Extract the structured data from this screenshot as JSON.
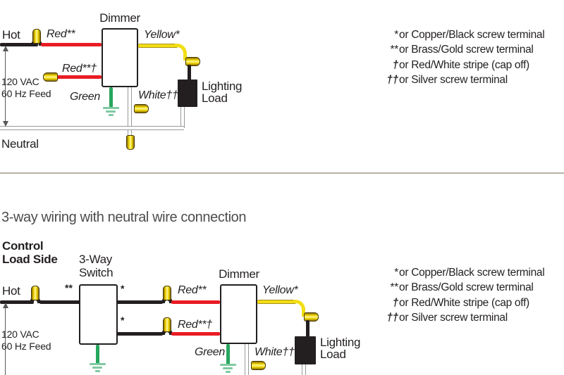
{
  "colors": {
    "ink": "#231f20",
    "wire_red": "#e91c23",
    "wire_yellow": "#f2de14",
    "wire_yellow_edge": "#a8901a",
    "wire_green": "#27a65e",
    "ground_green": "#7fc9a1",
    "wire_white_edge": "#97999b",
    "nut_fill": "#f2d800",
    "nut_edge": "#453600",
    "divider": "#b8b0a6",
    "heading_color": "#4d4d4f",
    "arrow_color": "#58585a"
  },
  "heading": "3-way wiring with neutral wire connection",
  "legend": {
    "items": [
      {
        "symbol": "*",
        "text": "or Copper/Black screw terminal"
      },
      {
        "symbol": "**",
        "text": "or Brass/Gold screw terminal"
      },
      {
        "symbol": "†",
        "text": "or Red/White stripe (cap off)"
      },
      {
        "symbol": "††",
        "text": "or Silver screw terminal"
      }
    ]
  },
  "top_diagram": {
    "device_label": "Dimmer",
    "hot_label": "Hot",
    "neutral_label": "Neutral",
    "feed_line1": "120 VAC",
    "feed_line2": "60 Hz Feed",
    "load_line1": "Lighting",
    "load_line2": "Load",
    "wire_labels": {
      "red_top": "Red**",
      "red_bottom": "Red**†",
      "yellow": "Yellow*",
      "green": "Green",
      "white": "White††"
    }
  },
  "bottom_diagram": {
    "control_line1": "Control",
    "control_line2": "Load Side",
    "switch_line1": "3-Way",
    "switch_line2": "Switch",
    "device_label": "Dimmer",
    "hot_label": "Hot",
    "feed_line1": "120 VAC",
    "feed_line2": "60 Hz Feed",
    "load_line1": "Lighting",
    "load_line2": "Load",
    "terminal_marks": {
      "switch_left": "**",
      "switch_right_top": "*",
      "switch_right_bottom": "*"
    },
    "wire_labels": {
      "red_top": "Red**",
      "red_bottom": "Red**†",
      "yellow": "Yellow*",
      "green": "Green",
      "white": "White††"
    }
  }
}
